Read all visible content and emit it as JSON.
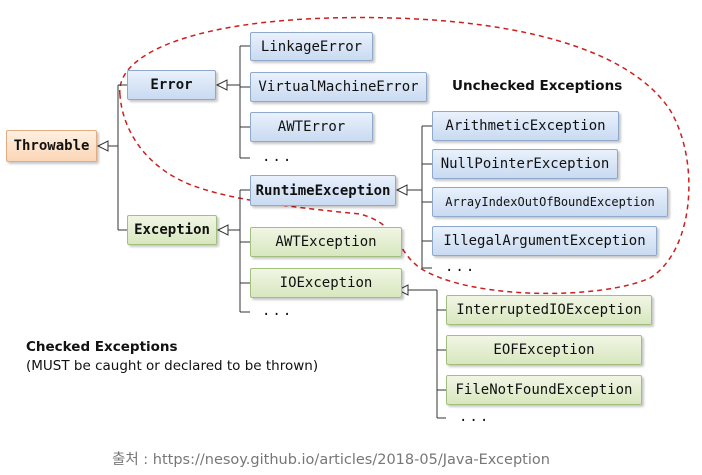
{
  "classes": {
    "throwable": "Throwable",
    "error": "Error",
    "exception": "Exception",
    "linkage_error": "LinkageError",
    "virtual_machine_error": "VirtualMachineError",
    "awt_error": "AWTError",
    "runtime_exception": "RuntimeException",
    "arithmetic_exception": "ArithmeticException",
    "null_pointer_exception": "NullPointerException",
    "array_index_exception": "ArrayIndexOutOfBoundException",
    "illegal_argument_exception": "IllegalArgumentException",
    "awt_exception": "AWTException",
    "io_exception": "IOException",
    "interrupted_io_exception": "InterruptedIOException",
    "eof_exception": "EOFException",
    "file_not_found_exception": "FileNotFoundException"
  },
  "ellipsis": "...",
  "labels": {
    "unchecked_title": "Unchecked Exceptions",
    "checked_title": "Checked Exceptions",
    "checked_note": "(MUST be caught or declared to be thrown)"
  },
  "source": "출처 : https://nesoy.github.io/articles/2018-05/Java-Exception",
  "colors": {
    "error_branch": "#c9daf1",
    "exception_branch": "#d8e7bf",
    "root": "#fbd6b6",
    "unchecked_outline": "#cc1f1f"
  }
}
